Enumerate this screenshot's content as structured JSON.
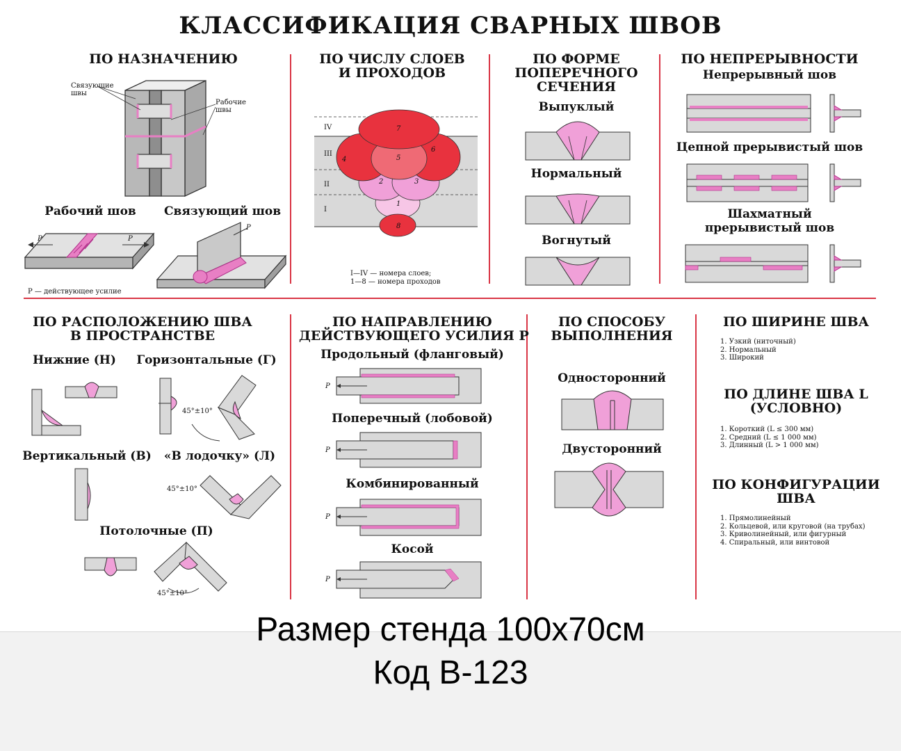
{
  "title": "КЛАССИФИКАЦИЯ СВАРНЫХ ШВОВ",
  "purpose": {
    "heading": "ПО НАЗНАЧЕНИЮ",
    "label_connecting": "Связующие швы",
    "label_working": "Рабочие швы",
    "working_seam": "Рабочий шов",
    "connecting_seam": "Связующий шов",
    "force_note": "P — действующее усилие",
    "force_symbol": "P"
  },
  "layers": {
    "heading_line1": "ПО ЧИСЛУ СЛОЕВ",
    "heading_line2": "И ПРОХОДОВ",
    "layer_labels": [
      "IV",
      "III",
      "II",
      "I"
    ],
    "pass_labels": [
      "1",
      "2",
      "3",
      "4",
      "5",
      "6",
      "7",
      "8"
    ],
    "legend_line1": "I—IV — номера слоев;",
    "legend_line2": "1—8 — номера проходов"
  },
  "cross_section": {
    "heading_line1": "ПО ФОРМЕ",
    "heading_line2": "ПОПЕРЕЧНОГО",
    "heading_line3": "СЕЧЕНИЯ",
    "convex": "Выпуклый",
    "normal": "Нормальный",
    "concave": "Вогнутый"
  },
  "continuity": {
    "heading": "ПО НЕПРЕРЫВНОСТИ",
    "continuous": "Непрерывный шов",
    "chain": "Цепной прерывистый шов",
    "staggered_line1": "Шахматный",
    "staggered_line2": "прерывистый шов"
  },
  "position": {
    "heading_line1": "ПО РАСПОЛОЖЕНИЮ ШВА",
    "heading_line2": "В ПРОСТРАНСТВЕ",
    "bottom": "Нижние (Н)",
    "horizontal": "Горизонтальные (Г)",
    "vertical": "Вертикальный (В)",
    "boat": "«В лодочку» (Л)",
    "ceiling": "Потолочные (П)",
    "angle": "45°±10°"
  },
  "direction": {
    "heading_line1": "ПО НАПРАВЛЕНИЮ",
    "heading_line2": "ДЕЙСТВУЮЩЕГО УСИЛИЯ P",
    "longitudinal": "Продольный (фланговый)",
    "transverse": "Поперечный (лобовой)",
    "combined": "Комбинированный",
    "oblique": "Косой",
    "force_symbol": "P"
  },
  "method": {
    "heading_line1": "ПО СПОСОБУ",
    "heading_line2": "ВЫПОЛНЕНИЯ",
    "one_sided": "Односторонний",
    "two_sided": "Двусторонний"
  },
  "width": {
    "heading": "ПО ШИРИНЕ ШВА",
    "items": [
      "1. Узкий (ниточный)",
      "2. Нормальный",
      "3. Широкий"
    ]
  },
  "length": {
    "heading_line1": "ПО ДЛИНЕ ШВА L",
    "heading_line2": "(УСЛОВНО)",
    "items": [
      "1. Короткий (L ≤ 300 мм)",
      "2. Средний (L ≤ 1 000 мм)",
      "3. Длинный (L > 1 000 мм)"
    ]
  },
  "configuration": {
    "heading_line1": "ПО КОНФИГУРАЦИИ",
    "heading_line2": "ШВА",
    "items": [
      "1. Прямолинейный",
      "2. Кольцевой, или круговой (на трубах)",
      "3. Криволинейный, или фигурный",
      "4. Спиральный, или винтовой"
    ]
  },
  "footer": {
    "size": "Размер стенда 100х70см",
    "code": "Код В-123"
  },
  "colors": {
    "divider": "#d93545",
    "weld_pink": "#f0a0d8",
    "weld_red": "#e8323e",
    "metal_grey": "#d9d9d9",
    "outline": "#333333"
  },
  "icons": [
    "weld-cross-section",
    "plate-drawing",
    "force-arrow"
  ]
}
